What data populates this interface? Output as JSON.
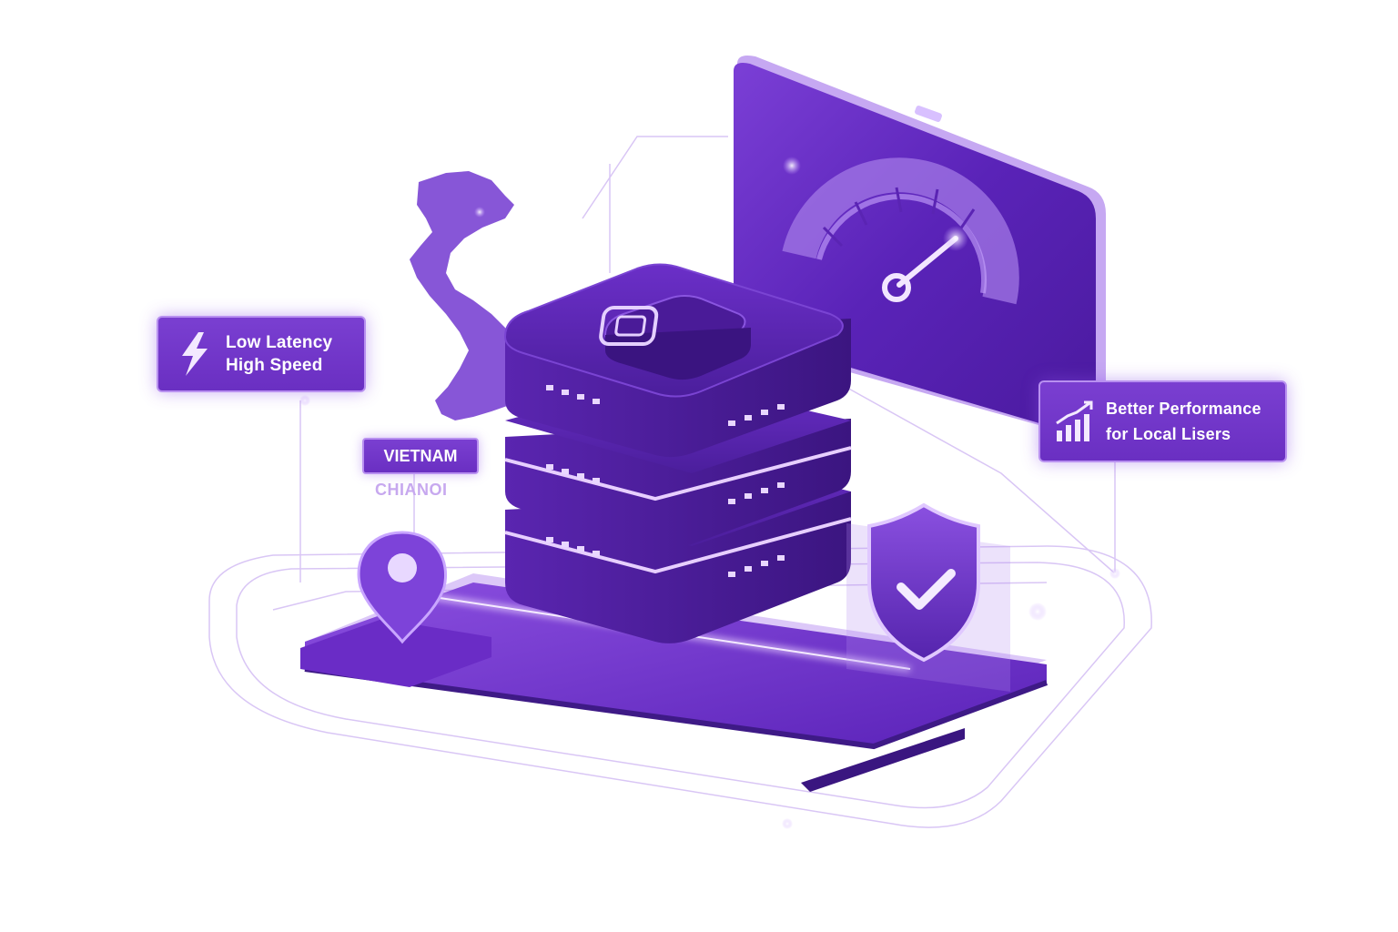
{
  "callouts": {
    "latency": {
      "line1": "Low Latency",
      "line2": "High Speed",
      "icon": "lightning-icon"
    },
    "performance": {
      "line1": "Better Performance",
      "line2": "for Local Lisers",
      "icon": "bar-chart-icon"
    }
  },
  "location": {
    "country": "VIETNAM",
    "city": "CHIANOI"
  },
  "icons": [
    "map-pin-icon",
    "shield-check-icon",
    "chip-icon",
    "speedometer-icon"
  ],
  "colors": {
    "primary": "#6a2fc2",
    "dark": "#3e1a86",
    "light": "#b890f0",
    "glow": "#e7cfff",
    "background": "#ffffff"
  }
}
